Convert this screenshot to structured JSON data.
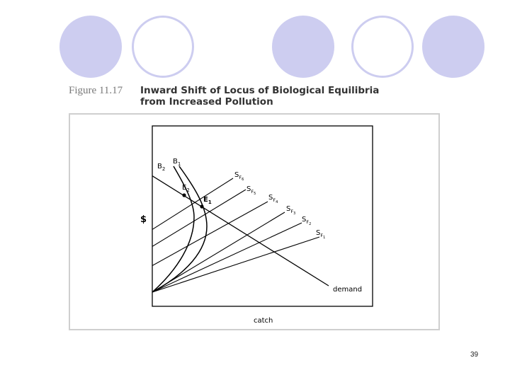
{
  "figure": {
    "number": "Figure 11.17",
    "title_line1": "Inward Shift of Locus of Biological Equilibria",
    "title_line2": "from Increased Pollution"
  },
  "diagram": {
    "y_axis_label": "$",
    "x_axis_label": "catch",
    "demand_label": "demand",
    "curve_b1": {
      "main": "B",
      "sub": "1"
    },
    "curve_b2": {
      "main": "B",
      "sub": "2"
    },
    "eq_e1": {
      "main": "E",
      "sub": "1"
    },
    "eq_e2": {
      "main": "E",
      "sub": "2"
    },
    "supply_labels": [
      {
        "main": "S",
        "sub": "F",
        "subsub": "6"
      },
      {
        "main": "S",
        "sub": "F",
        "subsub": "5"
      },
      {
        "main": "S",
        "sub": "F",
        "subsub": "4"
      },
      {
        "main": "S",
        "sub": "F",
        "subsub": "3"
      },
      {
        "main": "S",
        "sub": "F",
        "subsub": "2"
      },
      {
        "main": "S",
        "sub": "F",
        "subsub": "1"
      }
    ]
  },
  "slide": {
    "number": "39"
  },
  "colors": {
    "decor": "#cdcdf0",
    "ink": "#000000",
    "panel_border": "#cfcfcf"
  }
}
